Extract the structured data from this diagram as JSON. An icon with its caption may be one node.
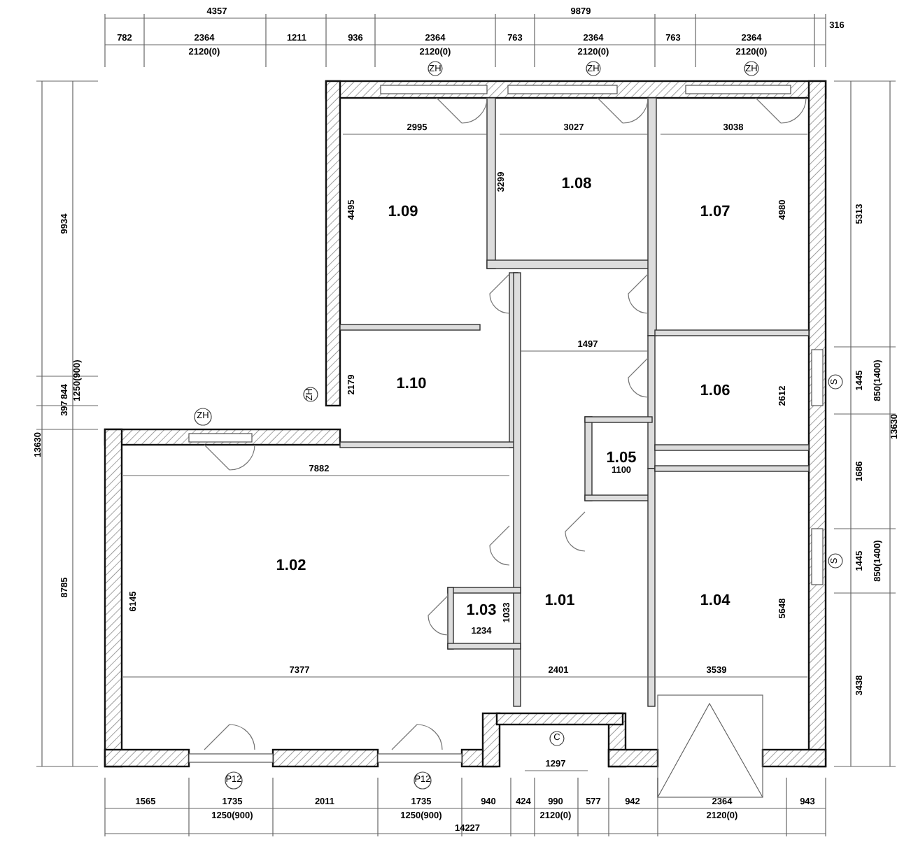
{
  "diagram": {
    "nodes": [
      {
        "text": [
          "1.09"
        ]
      },
      {
        "text": [
          "1.08"
        ]
      },
      {
        "text": [
          "1.07"
        ]
      },
      {
        "text": [
          "1.10"
        ]
      },
      {
        "text": [
          "1.06"
        ]
      },
      {
        "text": [
          "1.05"
        ]
      },
      {
        "text": [
          "1.02"
        ]
      },
      {
        "text": [
          "1.03"
        ]
      },
      {
        "text": [
          "1.01"
        ]
      },
      {
        "text": [
          "1.04"
        ]
      }
    ],
    "labels": [
      "4357",
      "9879",
      "782",
      "2364",
      "1211",
      "936",
      "2364",
      "763",
      "2364",
      "763",
      "2364",
      "316",
      "2120(0)",
      "2120(0)",
      "2120(0)",
      "2120(0)",
      "ZH",
      "ZH",
      "ZH",
      "13630",
      "9934",
      "844",
      "1250(900)",
      "397",
      "8785",
      "2995",
      "3027",
      "3038",
      "4495",
      "3299",
      "4980",
      "1497",
      "2179",
      "ZH",
      "2612",
      "1100",
      "ZH",
      "7882",
      "6145",
      "1033",
      "1234",
      "7377",
      "2401",
      "3539",
      "5648",
      "C",
      "5313",
      "1445",
      "850(1400)",
      "S",
      "1686",
      "1445",
      "850(1400)",
      "S",
      "3438",
      "13630",
      "P12",
      "P12",
      "1297",
      "1565",
      "1735",
      "2011",
      "1735",
      "940",
      "424",
      "990",
      "577",
      "942",
      "2364",
      "943",
      "1250(900)",
      "1250(900)",
      "2120(0)",
      "2120(0)",
      "14227"
    ]
  }
}
